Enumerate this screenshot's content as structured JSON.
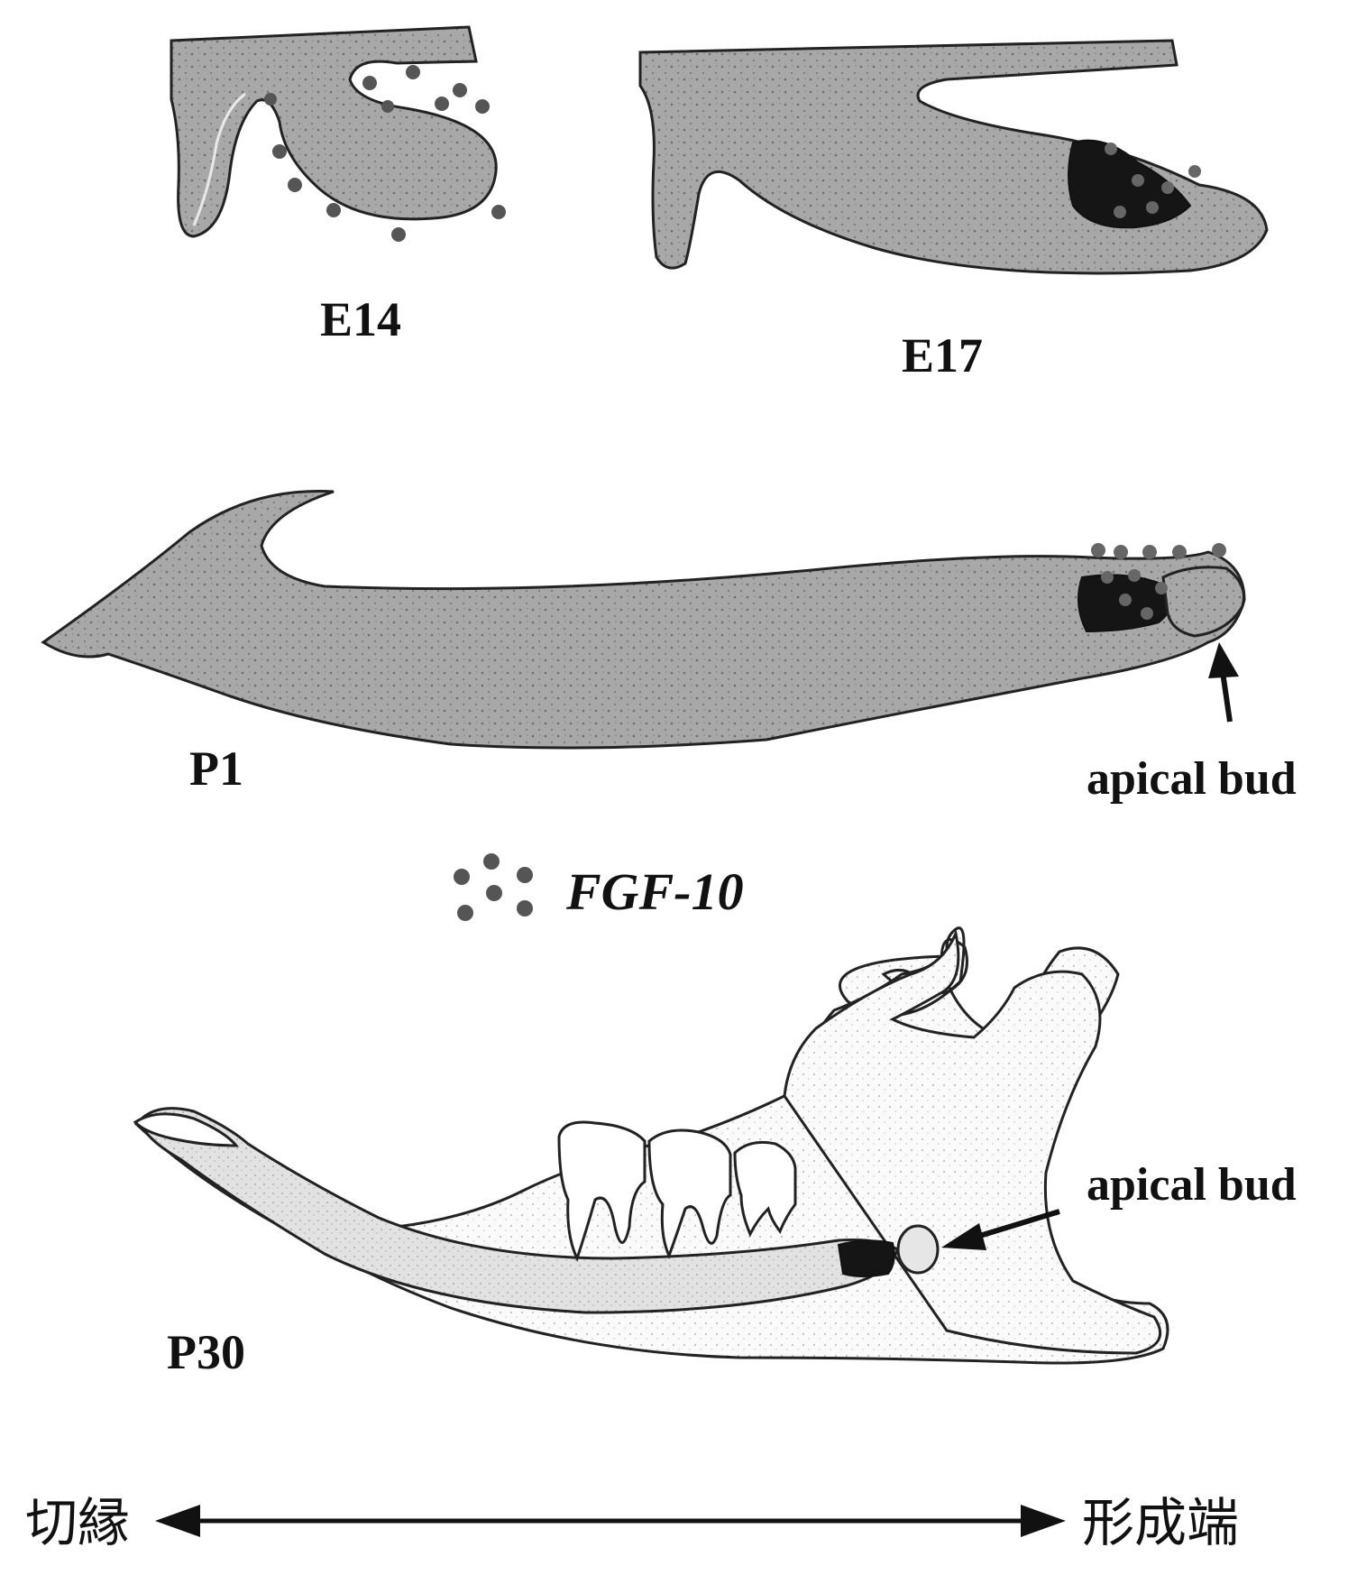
{
  "stages": {
    "e14": "E14",
    "e17": "E17",
    "p1": "P1",
    "p30": "P30"
  },
  "annotations": {
    "apical_bud_p1": "apical bud",
    "apical_bud_p30": "apical bud"
  },
  "legend": {
    "label": "FGF-10",
    "marker_color": "#555555"
  },
  "axis": {
    "left_label": "切縁",
    "right_label": "形成端"
  },
  "colors": {
    "tissue": "#a6a6a6",
    "epithelium_dark": "#1a1a1a",
    "outline": "#222222",
    "bone_fill": "#f4f4f4",
    "incisor_fill": "#dedede"
  }
}
